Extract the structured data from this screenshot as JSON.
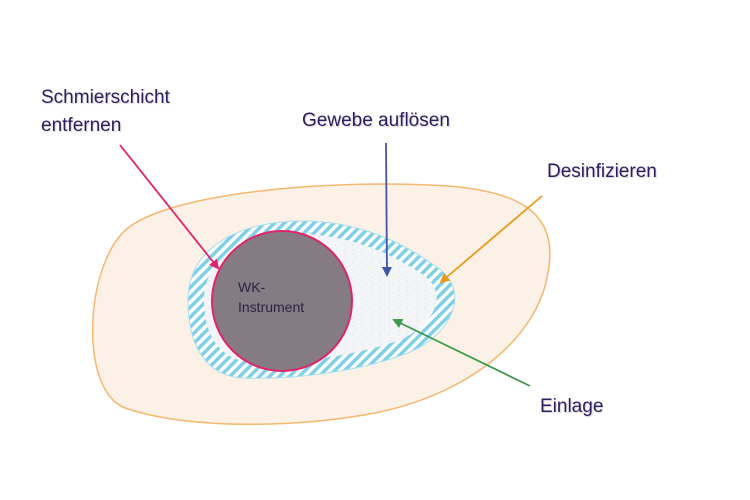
{
  "labels": {
    "smear_line1": "Schmierschicht",
    "smear_line2": "entfernen",
    "dissolve": "Gewebe auflösen",
    "disinfect": "Desinfizieren",
    "dressing": "Einlage",
    "instrument_line1": "WK-",
    "instrument_line2": "Instrument"
  },
  "colors": {
    "outer_fill": "#fbf1e6",
    "outer_stroke": "#f6b76f",
    "hatch": "#7fd0e6",
    "canal_fill": "#f4f6f8",
    "instrument_fill": "#847c82",
    "instrument_stroke": "#e0246c",
    "arrow_smear": "#e0246c",
    "arrow_dissolve": "#4055a8",
    "arrow_disinfect": "#eb9a19",
    "arrow_dressing": "#3e9a4e",
    "text": "#2e1d5f"
  }
}
